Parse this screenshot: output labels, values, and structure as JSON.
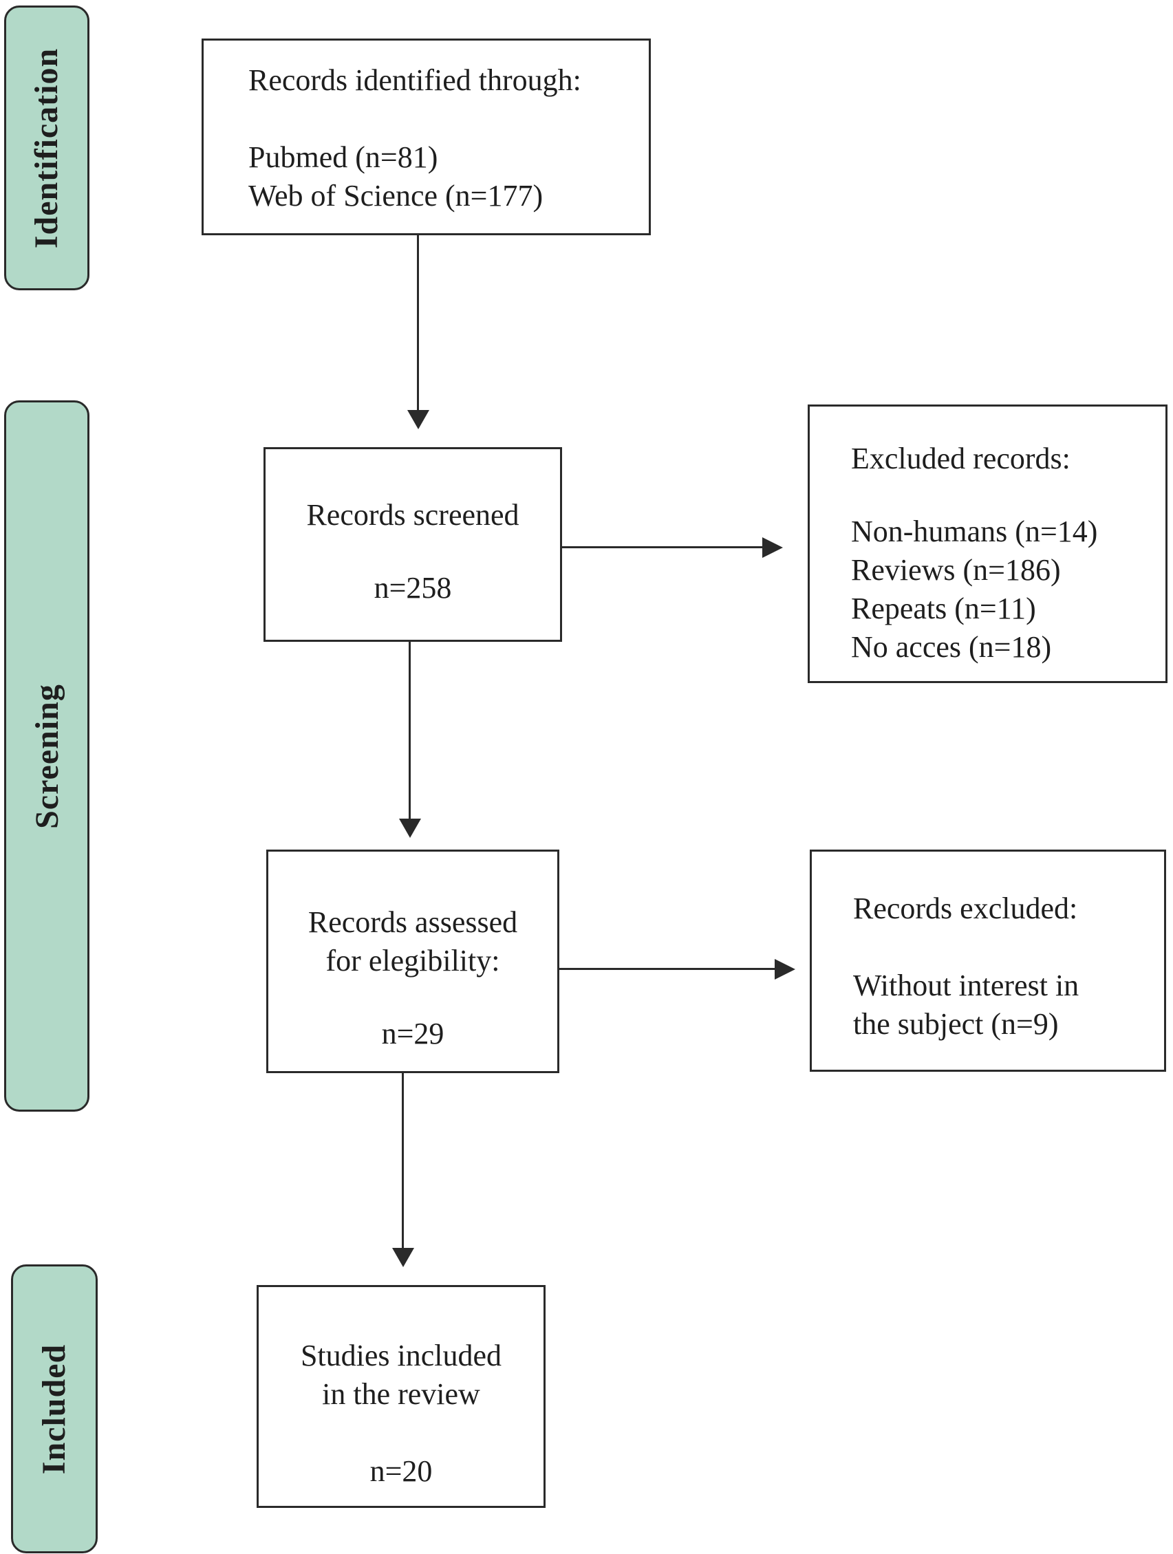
{
  "palette": {
    "background": "#ffffff",
    "stage_fill": "#b2d9c8",
    "stage_border": "#2a2a2a",
    "box_border": "#2a2a2a",
    "arrow": "#2a2a2a",
    "text": "#1e1e1e"
  },
  "sidebar": {
    "items": [
      {
        "id": "identification",
        "label": "Identification"
      },
      {
        "id": "screening",
        "label": "Screening"
      },
      {
        "id": "included",
        "label": "Included"
      }
    ]
  },
  "boxes": {
    "identified": {
      "title": "Records identified through:",
      "lines": [
        "Pubmed (n=81)",
        "Web of Science (n=177)"
      ]
    },
    "screened": {
      "title": "Records screened",
      "count": "n=258"
    },
    "excluded_records": {
      "title": "Excluded records:",
      "lines": [
        "Non-humans (n=14)",
        "Reviews (n=186)",
        "Repeats (n=11)",
        "No acces (n=18)"
      ]
    },
    "assessed": {
      "lines": [
        "Records assessed",
        "for elegibility:"
      ],
      "count": "n=29"
    },
    "records_excluded": {
      "title": "Records excluded:",
      "lines": [
        "Without interest in",
        "the subject (n=9)"
      ]
    },
    "included_studies": {
      "lines": [
        "Studies included",
        "in the review"
      ],
      "count": "n=20"
    }
  }
}
